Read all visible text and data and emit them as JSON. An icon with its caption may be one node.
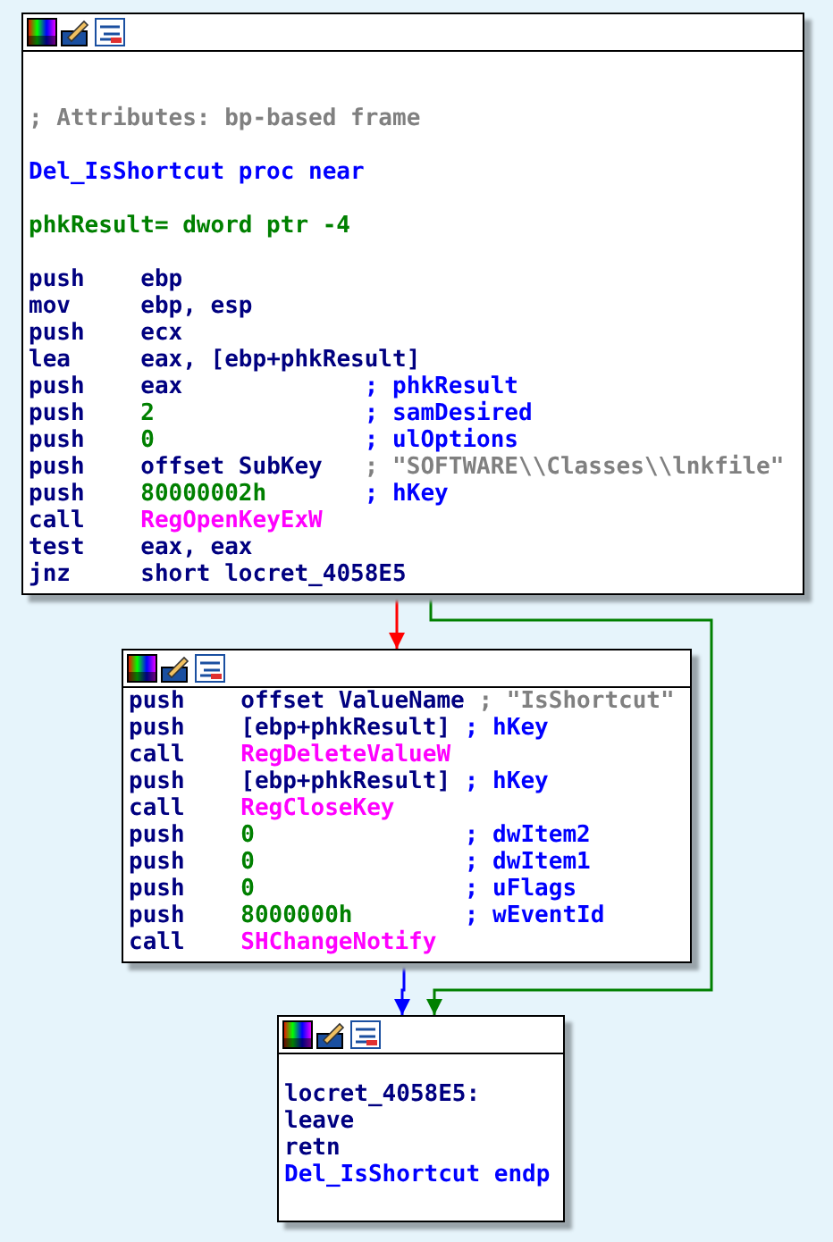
{
  "diagram": {
    "nodes": [
      {
        "text": [
          "; Attributes: bp-based frame",
          "Del_IsShortcut proc near",
          "phkResult= dword ptr -4",
          "push",
          "ebp",
          "mov",
          "ebp, esp",
          "push",
          "ecx",
          "lea",
          "eax, [ebp+phkResult]",
          "push",
          "eax",
          "; phkResult",
          "push",
          "2",
          "; samDesired",
          "push",
          "0",
          "; ulOptions",
          "push",
          "offset SubKey",
          "; \"SOFTWARE\\\\Classes\\\\lnkfile\"",
          "push",
          "80000002h",
          "; hKey",
          "call",
          "RegOpenKeyExW",
          "test",
          "eax, eax",
          "jnz",
          "short locret_4058E5"
        ]
      },
      {
        "text": [
          "push",
          "offset ValueName",
          "; \"IsShortcut\"",
          "push",
          "[ebp+phkResult]",
          "; hKey",
          "call",
          "RegDeleteValueW",
          "push",
          "[ebp+phkResult]",
          "; hKey",
          "call",
          "RegCloseKey",
          "push",
          "0",
          "; dwItem2",
          "push",
          "0",
          "; dwItem1",
          "push",
          "0",
          "; uFlags",
          "push",
          "8000000h",
          "; wEventId",
          "call",
          "SHChangeNotify"
        ]
      },
      {
        "text": [
          "locret_4058E5:",
          "leave",
          "retn",
          "Del_IsShortcut endp"
        ]
      }
    ],
    "edges": [
      {
        "from": 0,
        "to": 1,
        "arrow": "to",
        "color": "#ff0000"
      },
      {
        "from": 0,
        "to": 2,
        "arrow": "to",
        "color": "#008000"
      },
      {
        "from": 1,
        "to": 2,
        "arrow": "to",
        "color": "#0000ff"
      }
    ]
  }
}
